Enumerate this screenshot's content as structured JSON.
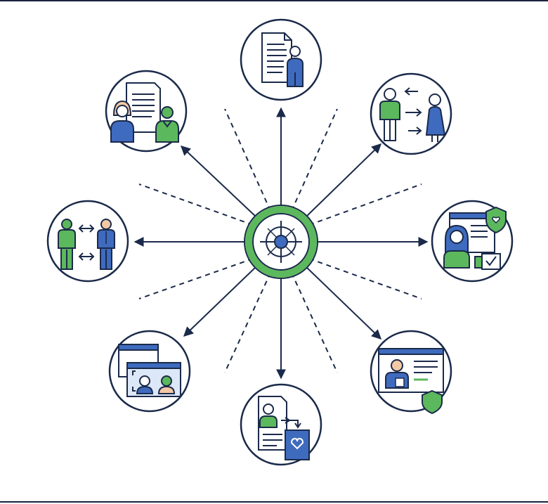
{
  "colors": {
    "navy": "#1b2a4a",
    "blue": "#3f6bbf",
    "green": "#5cb85c",
    "light_blue": "#dce8f7",
    "skin": "#f3c9a5",
    "white": "#ffffff"
  },
  "center": {
    "icon": "target-icon"
  },
  "nodes": [
    {
      "id": "document-person",
      "icon": "document-with-person-icon"
    },
    {
      "id": "transfer-people",
      "icon": "two-people-exchange-icon"
    },
    {
      "id": "secure-profile",
      "icon": "profile-with-shield-icon"
    },
    {
      "id": "secure-record",
      "icon": "record-with-shield-icon"
    },
    {
      "id": "profile-card-transfer",
      "icon": "profile-card-heart-icon"
    },
    {
      "id": "video-call",
      "icon": "video-call-window-icon"
    },
    {
      "id": "people-swap",
      "icon": "people-swap-arrows-icon"
    },
    {
      "id": "shared-document",
      "icon": "two-people-document-icon"
    }
  ]
}
